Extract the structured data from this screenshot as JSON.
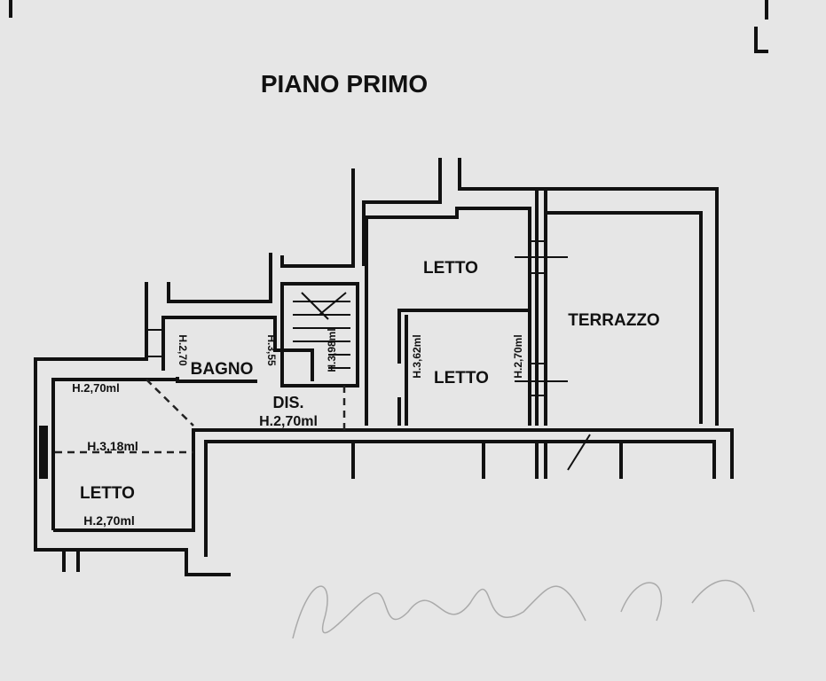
{
  "title": "PIANO PRIMO",
  "rooms": {
    "letto_top": "LETTO",
    "letto_mid": "LETTO",
    "letto_left": "LETTO",
    "terrazzo": "TERRAZZO",
    "bagno": "BAGNO",
    "dis": "DIS."
  },
  "heights": {
    "bagno_left": "H.2,70",
    "bagno_right": "H.3,55",
    "stair": "H.3,98ml",
    "letto_mid_left": "H.3,62ml",
    "letto_mid_right": "H.2,70ml",
    "dis": "H.2,70ml",
    "left_top": "H.2,70ml",
    "left_mid": "H.3,18ml",
    "left_bottom": "H.2,70ml"
  },
  "signature": "handwritten signature"
}
